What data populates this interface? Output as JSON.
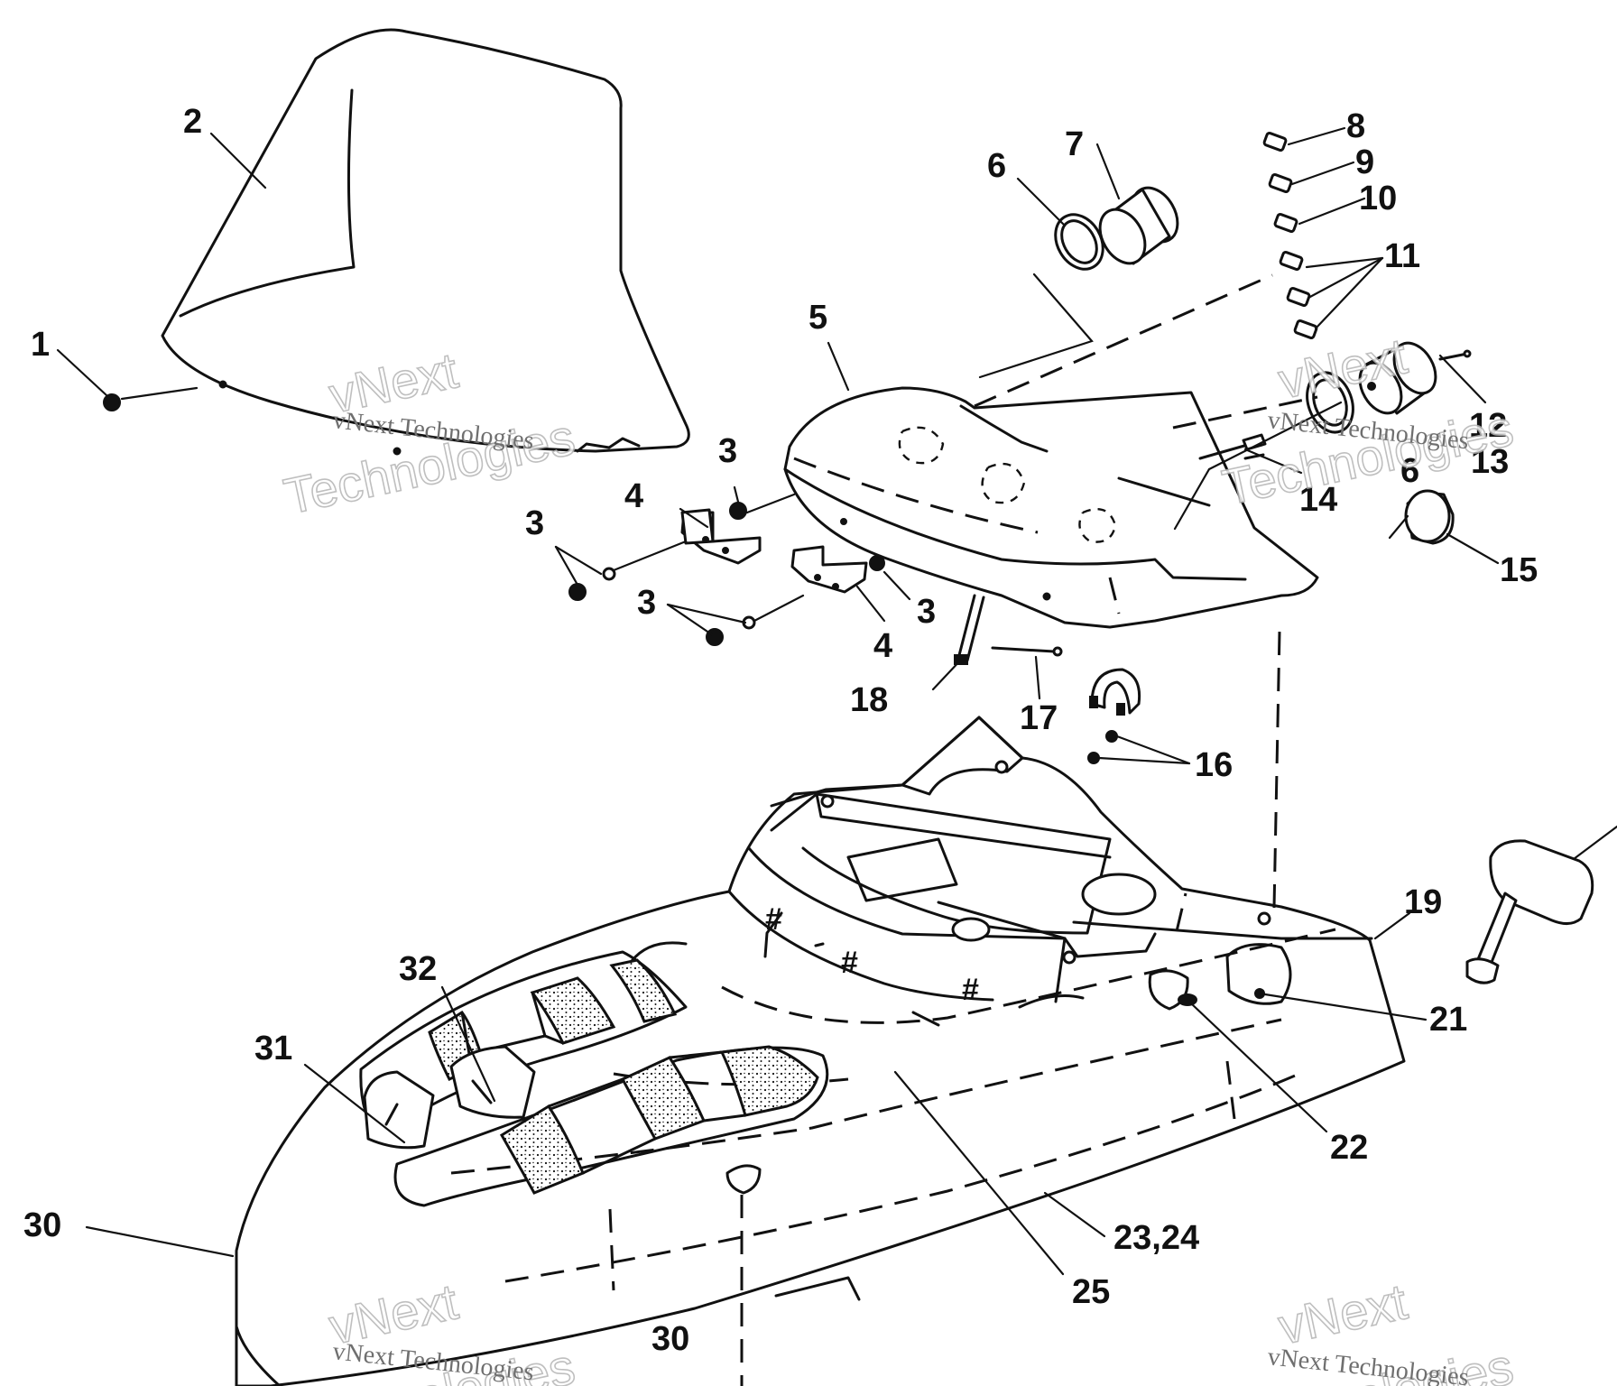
{
  "diagram": {
    "callouts": {
      "c1": "1",
      "c2": "2",
      "c3a": "3",
      "c3b": "3",
      "c3c": "3",
      "c3d": "3",
      "c4a": "4",
      "c4b": "4",
      "c5": "5",
      "c6a": "6",
      "c6b": "6",
      "c7": "7",
      "c8": "8",
      "c9": "9",
      "c10": "10",
      "c11": "11",
      "c12": "12",
      "c13": "13",
      "c14": "14",
      "c15": "15",
      "c16": "16",
      "c17": "17",
      "c18": "18",
      "c19": "19",
      "c21": "21",
      "c22": "22",
      "c23_24": "23,24",
      "c25": "25",
      "c30a": "30",
      "c30b": "30",
      "c31": "31",
      "c32": "32"
    },
    "watermark": {
      "brand_line": "vNext Technologies",
      "word1": "vNext",
      "word2": "Technologies"
    }
  }
}
